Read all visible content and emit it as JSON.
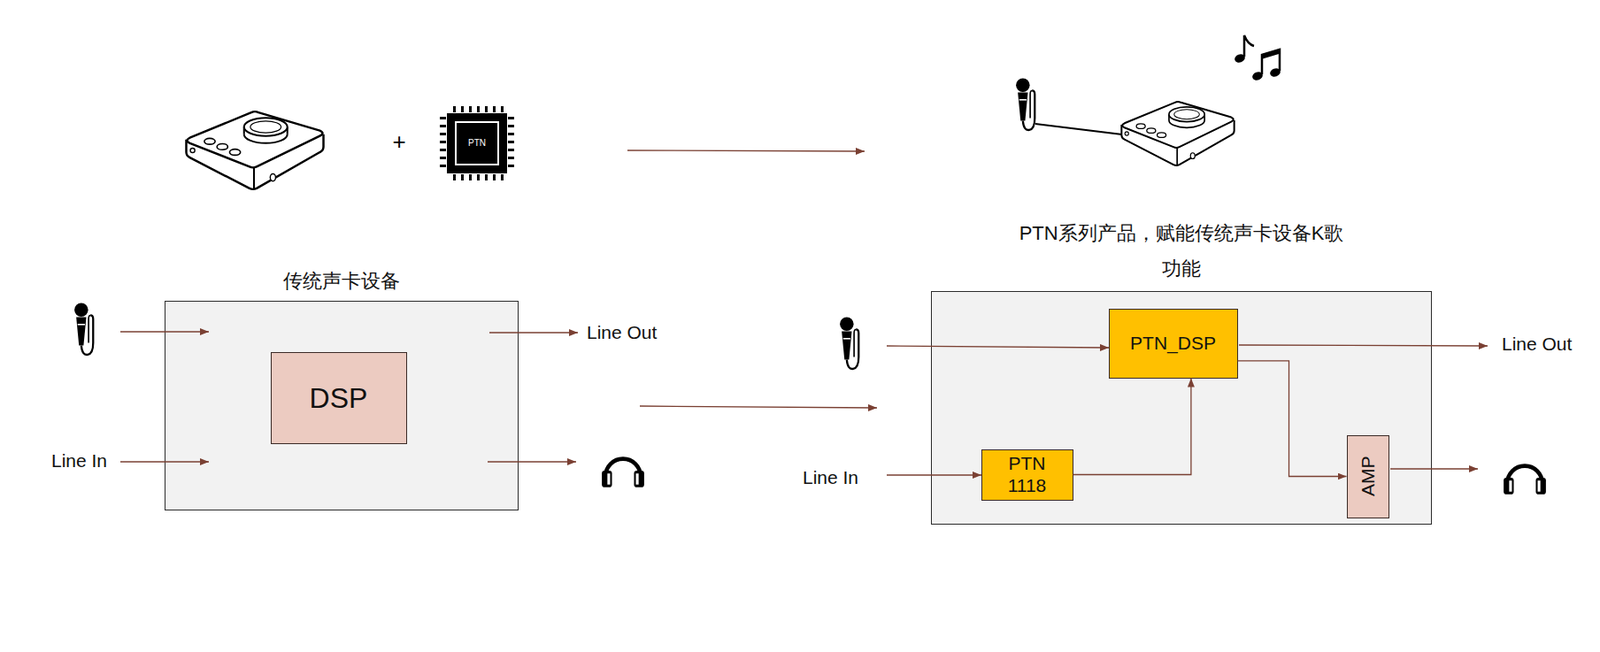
{
  "diagram": {
    "nodes": [
      {
        "text": [
          "传统声卡设备"
        ]
      },
      {
        "text": [
          "DSP"
        ],
        "in": 0
      },
      {
        "text": [
          "PTN系列产品，赋能传统声卡设备K歌功能"
        ]
      },
      {
        "text": [
          "PTN_DSP"
        ],
        "in": 2
      },
      {
        "text": [
          "PTN 1118"
        ],
        "in": 2
      },
      {
        "text": [
          "AMP"
        ],
        "in": 2
      }
    ],
    "edges": [
      {
        "from": 4,
        "to": 3,
        "arrow": "to"
      },
      {
        "from": 3,
        "to": 5,
        "arrow": "to"
      }
    ],
    "labels": [
      "+",
      "PTN",
      "Line Out",
      "Line In",
      "Line In",
      "Line Out"
    ]
  }
}
